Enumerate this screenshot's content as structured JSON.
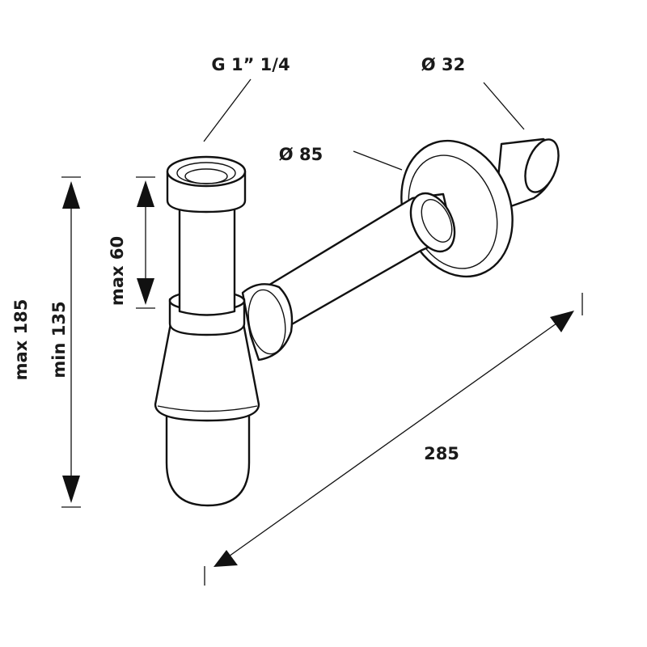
{
  "diagram": {
    "labels": {
      "thread": "G 1” 1/4",
      "outlet_diameter": "Ø 32",
      "flange_diameter": "Ø 85",
      "max_60": "max 60",
      "max_185": "max 185",
      "min_135": "min 135",
      "length_285": "285"
    }
  }
}
